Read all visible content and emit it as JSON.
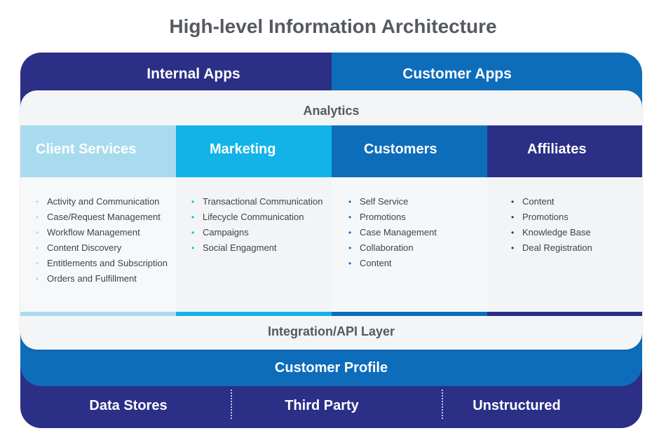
{
  "title": "High-level Information Architecture",
  "top_layer": {
    "internal_apps": "Internal Apps",
    "customer_apps": "Customer Apps"
  },
  "analytics": "Analytics",
  "columns": [
    {
      "header": "Client Services",
      "items": [
        "Activity and Communication",
        "Case/Request Management",
        "Workflow Management",
        "Content Discovery",
        "Entitlements and Subscription",
        "Orders and Fulfillment"
      ]
    },
    {
      "header": "Marketing",
      "items": [
        "Transactional Communication",
        "Lifecycle Communication",
        "Campaigns",
        "Social Engagment"
      ]
    },
    {
      "header": "Customers",
      "items": [
        "Self Service",
        "Promotions",
        "Case Management",
        "Collaboration",
        "Content"
      ]
    },
    {
      "header": "Affiliates",
      "items": [
        "Content",
        "Promotions",
        "Knowledge Base",
        "Deal Registration"
      ]
    }
  ],
  "integration_layer": "Integration/API Layer",
  "customer_profile": "Customer Profile",
  "data_sources": [
    "Data Stores",
    "Third Party",
    "Unstructured"
  ],
  "bullet": "•",
  "colors": {
    "dark_navy": "#2b2f86",
    "medium_blue": "#0e6dbb",
    "cyan": "#12b4e8",
    "light_blue": "#a9dbef",
    "gray_text": "#555a60"
  }
}
